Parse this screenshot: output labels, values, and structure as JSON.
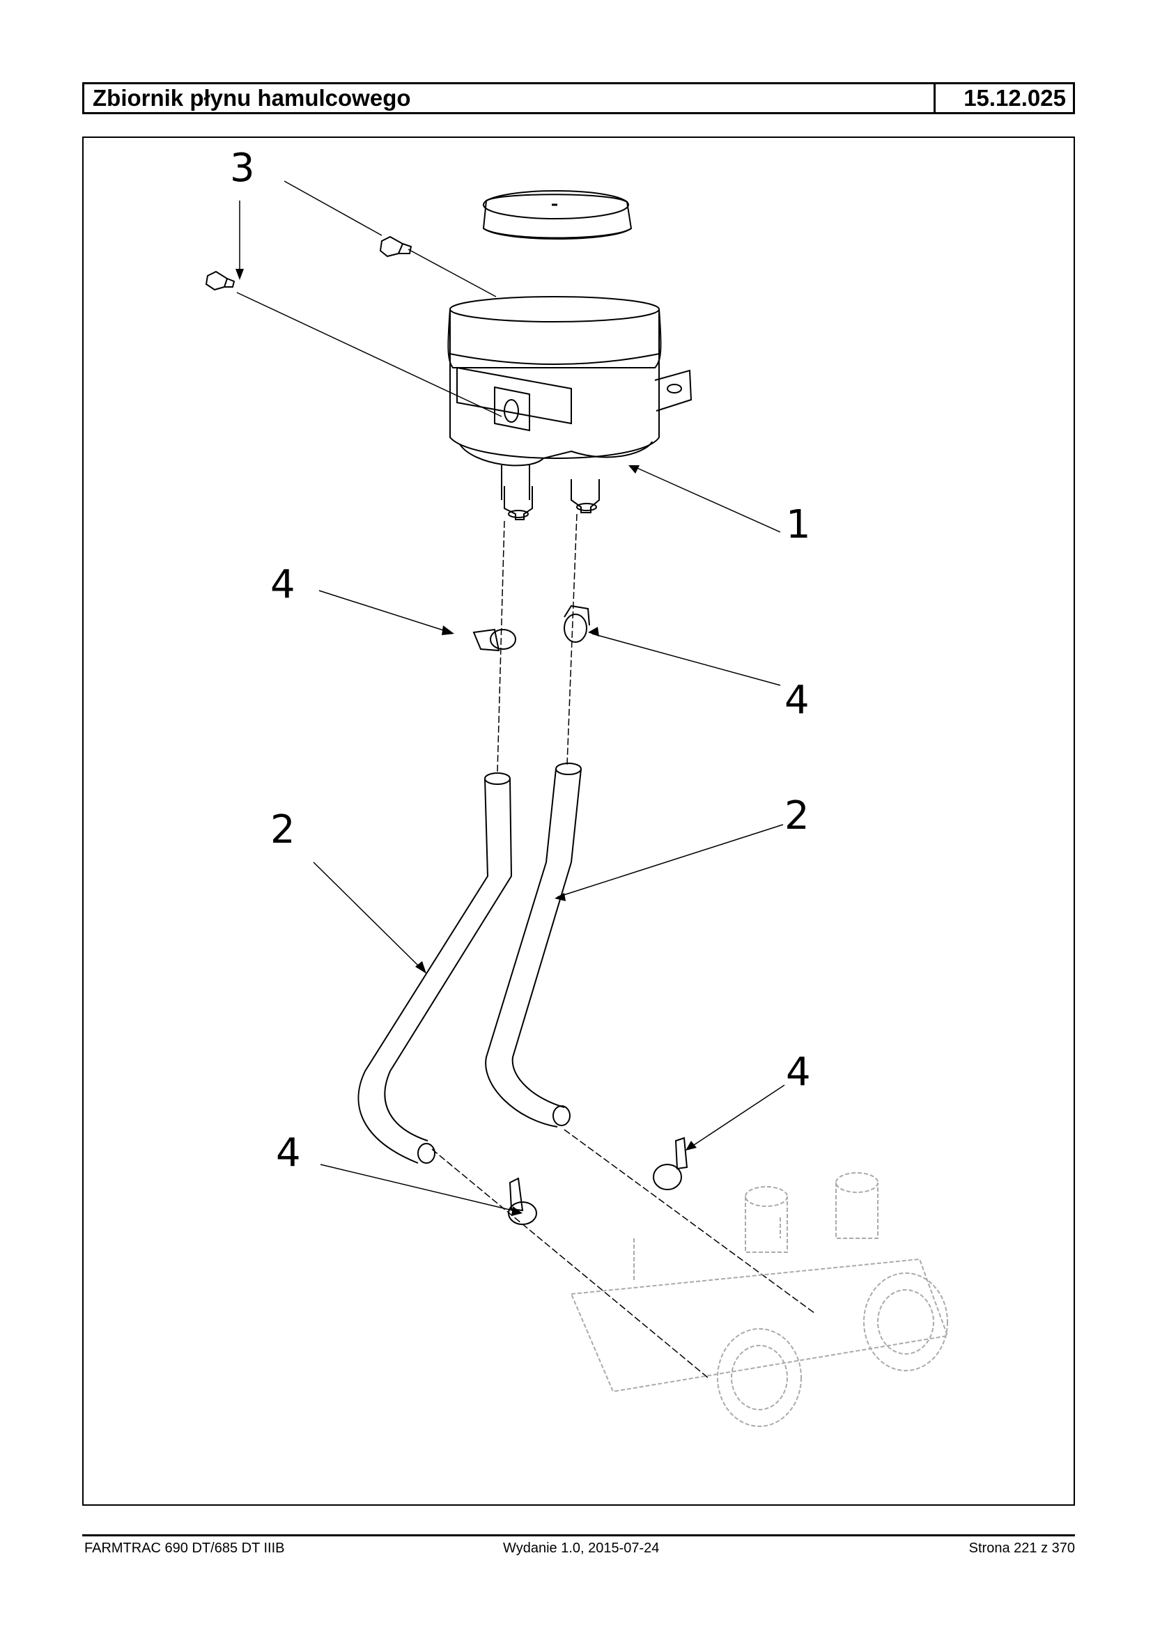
{
  "header": {
    "title": "Zbiornik płynu hamulcowego",
    "code": "15.12.025"
  },
  "callouts": {
    "c3": "3",
    "c1": "1",
    "c4_upper_left": "4",
    "c4_upper_right": "4",
    "c2_left": "2",
    "c2_right": "2",
    "c4_lower_right": "4",
    "c4_lower_left": "4"
  },
  "footer": {
    "model": "FARMTRAC 690 DT/685 DT IIIB",
    "edition": "Wydanie 1.0,  2015-07-24",
    "page": "Strona 221 z 370"
  }
}
